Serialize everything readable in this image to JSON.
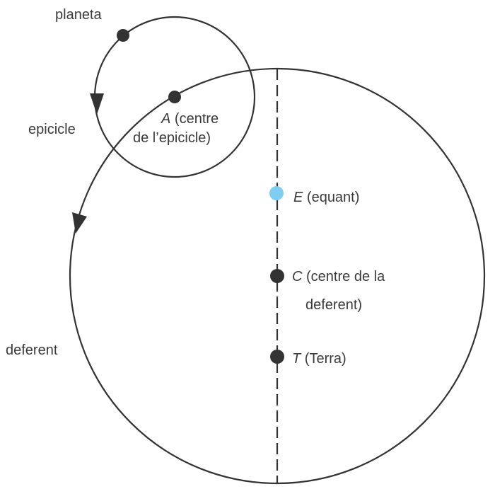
{
  "labels": {
    "planeta": "planeta",
    "epicicle": "epicicle",
    "deferent": "deferent",
    "a_letter": "A",
    "a_line1": "(centre",
    "a_line2": "de l’epicicle)",
    "e_letter": "E",
    "e_text": "(equant)",
    "c_letter": "C",
    "c_line1": "(centre de la",
    "c_line2": "deferent)",
    "t_letter": "T",
    "t_text": "(Terra)"
  },
  "colors": {
    "line": "#333333",
    "equant": "#7fcdf0"
  }
}
